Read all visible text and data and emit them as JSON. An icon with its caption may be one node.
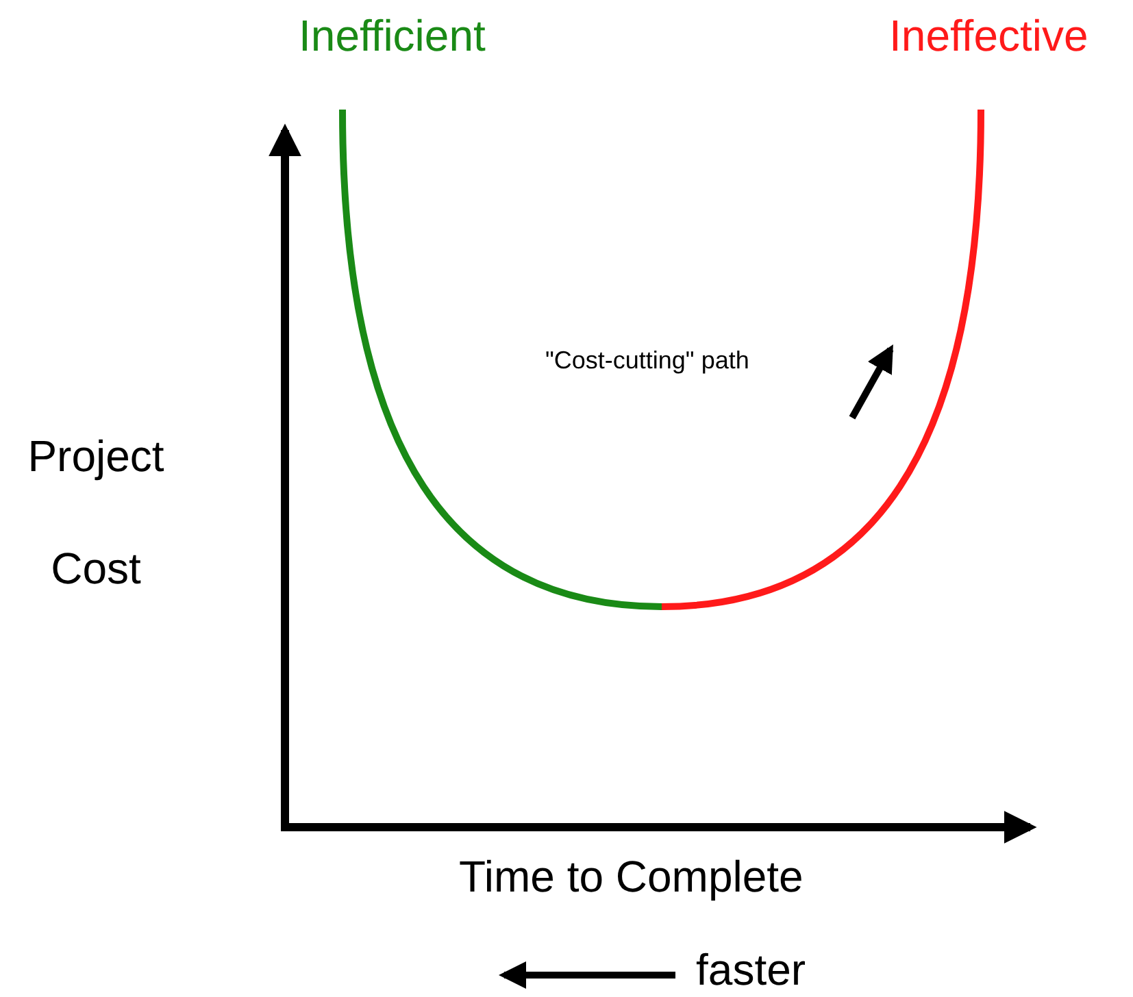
{
  "diagram": {
    "labels": [
      "Inefficient",
      "Ineffective",
      "\"Cost-cutting\" path",
      "Project Cost",
      "Time to Complete",
      "faster"
    ]
  }
}
